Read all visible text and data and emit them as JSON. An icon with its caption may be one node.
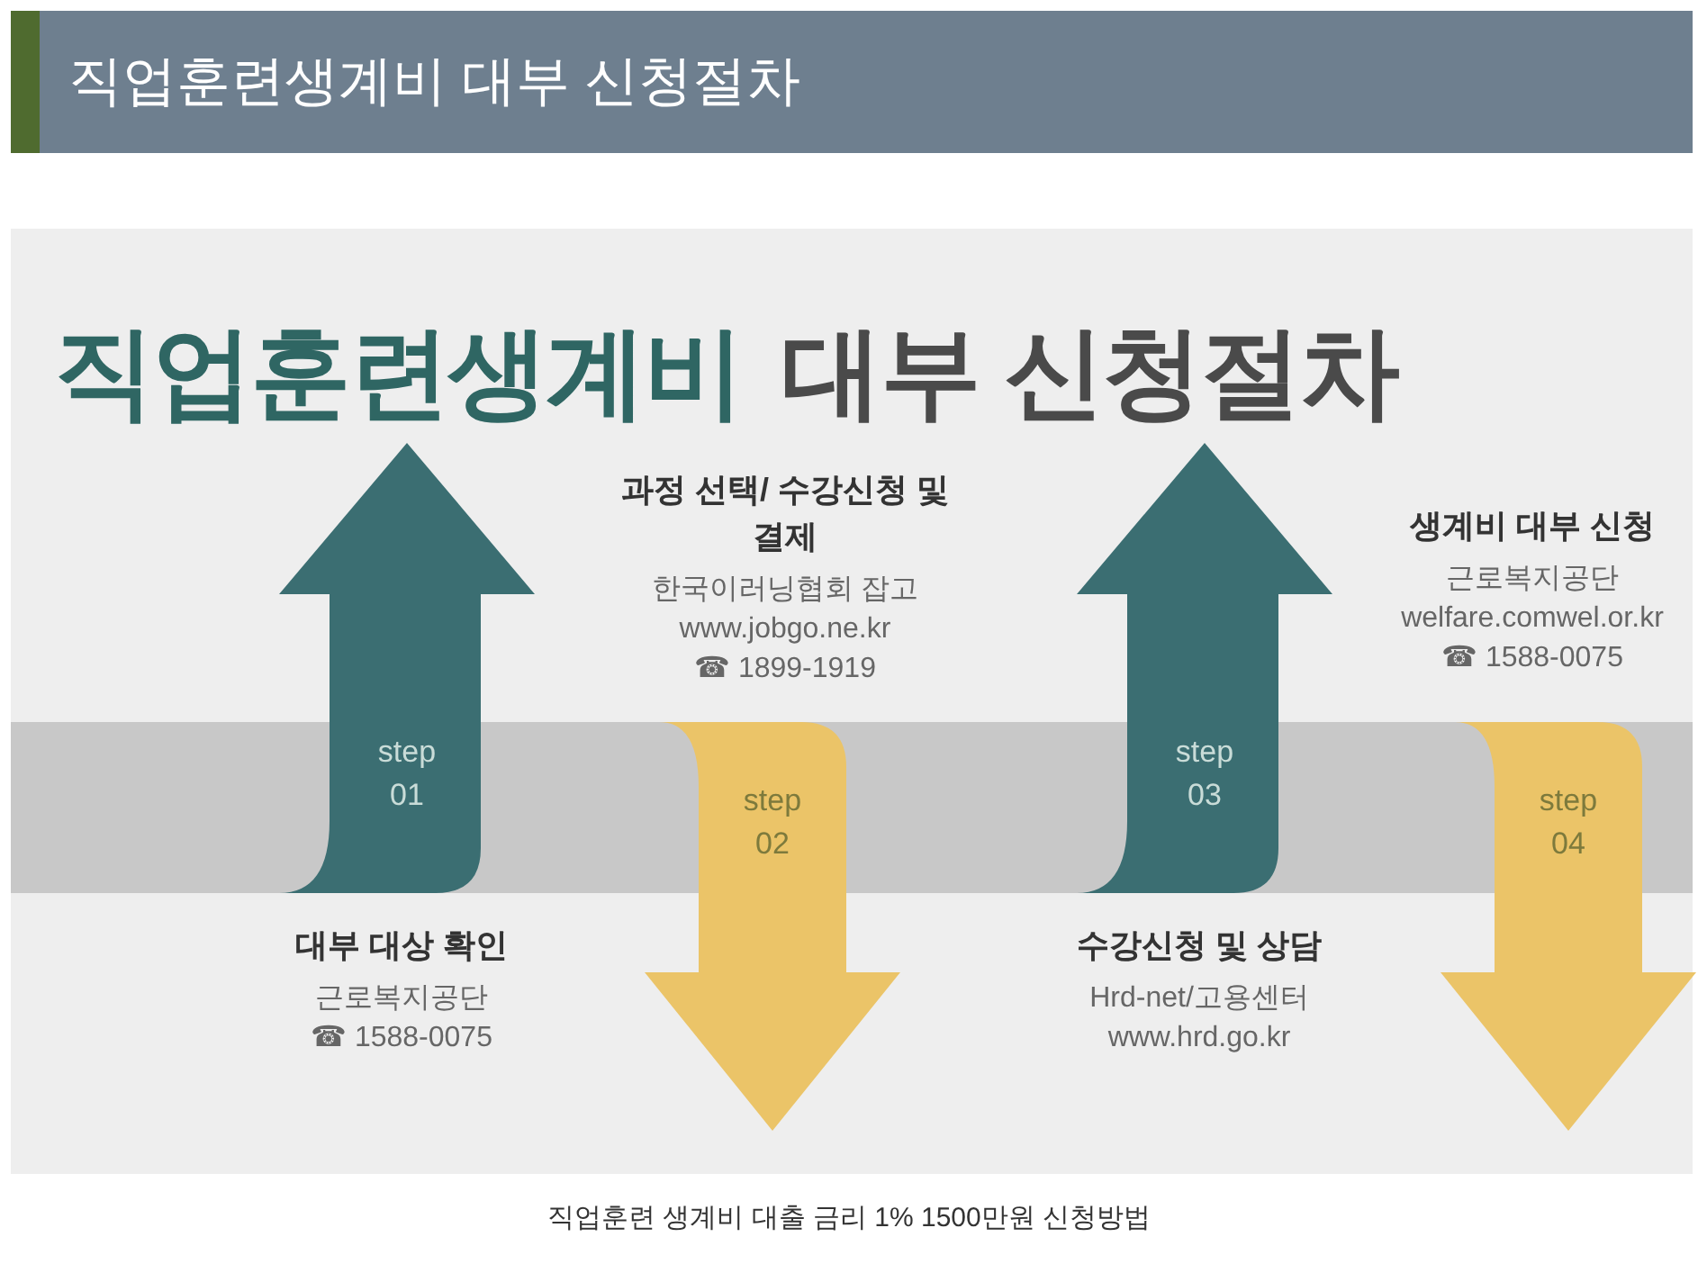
{
  "diagram": {
    "title": "직업훈련생계비 대부 신청절차",
    "caption": "직업훈련 생계비 대출 금리 1% 1500만원 신청방법",
    "nodes": [
      {
        "text": [
          "step 01"
        ],
        "beside": [
          "대부 대상 확인",
          "근로복지공단",
          "☎ 1588-0075"
        ]
      },
      {
        "text": [
          "step 02"
        ],
        "beside": [
          "과정 선택/ 수강신청 및 결제",
          "한국이러닝협회 잡고",
          "www.jobgo.ne.kr",
          "☎ 1899-1919"
        ]
      },
      {
        "text": [
          "step 03"
        ],
        "beside": [
          "수강신청 및 상담",
          "Hrd-net/고용센터",
          "www.hrd.go.kr"
        ]
      },
      {
        "text": [
          "step 04"
        ],
        "beside": [
          "생계비 대부 신청",
          "근로복지공단",
          "welfare.comwel.or.kr",
          "☎ 1588-0075"
        ]
      }
    ],
    "labels": [
      "직업훈련생계비",
      "대부 신청절차"
    ]
  }
}
